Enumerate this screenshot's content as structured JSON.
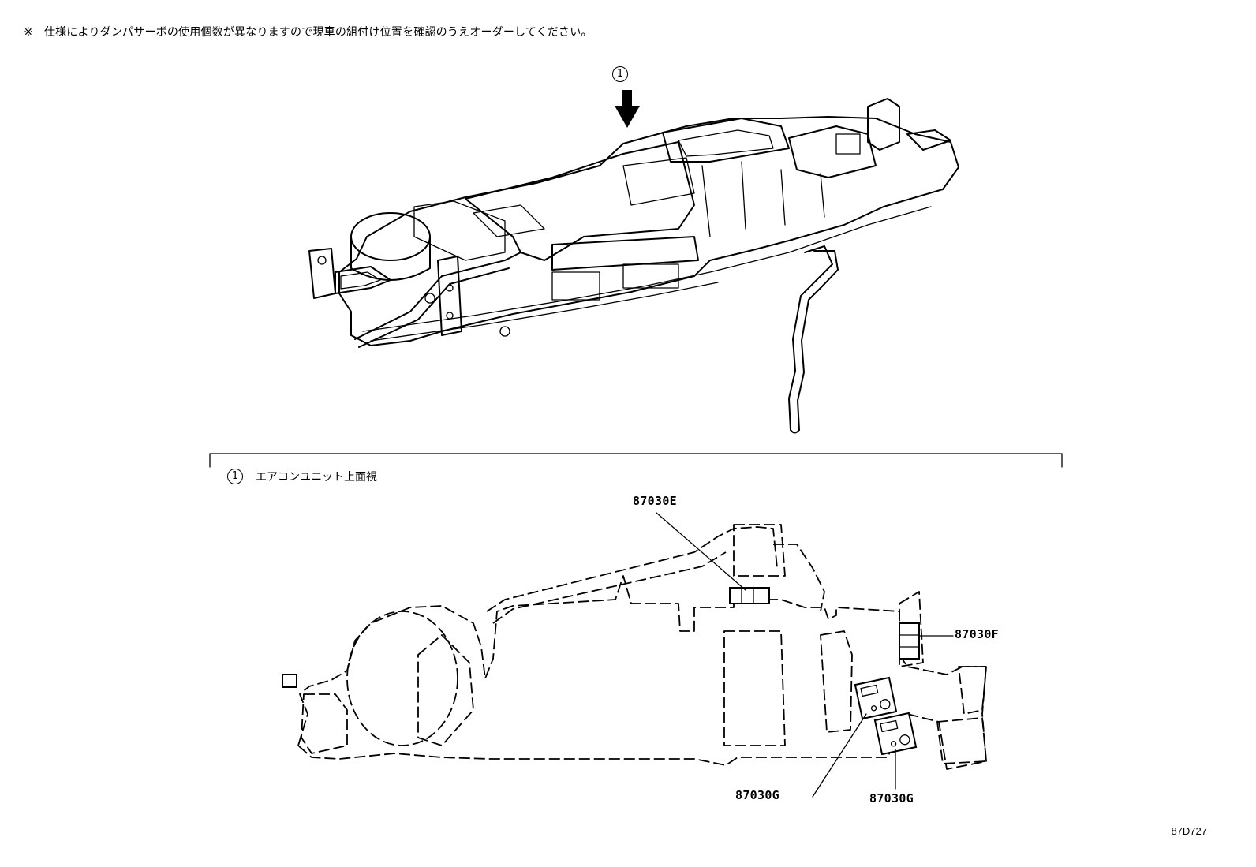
{
  "note": {
    "mark": "※",
    "text": "仕様によりダンパサーボの使用個数が異なりますので現車の組付け位置を確認のうえオーダーしてください。"
  },
  "callout": {
    "number": "1"
  },
  "view_caption": {
    "number": "1",
    "text": "エアコンユニット上面視"
  },
  "parts": {
    "p1": "87030E",
    "p2": "87030F",
    "p3": "87030G",
    "p4": "87030G"
  },
  "diagram_id": "87D727",
  "icons": {
    "arrow": "down-arrow-icon",
    "circle": "circled-number-icon"
  }
}
